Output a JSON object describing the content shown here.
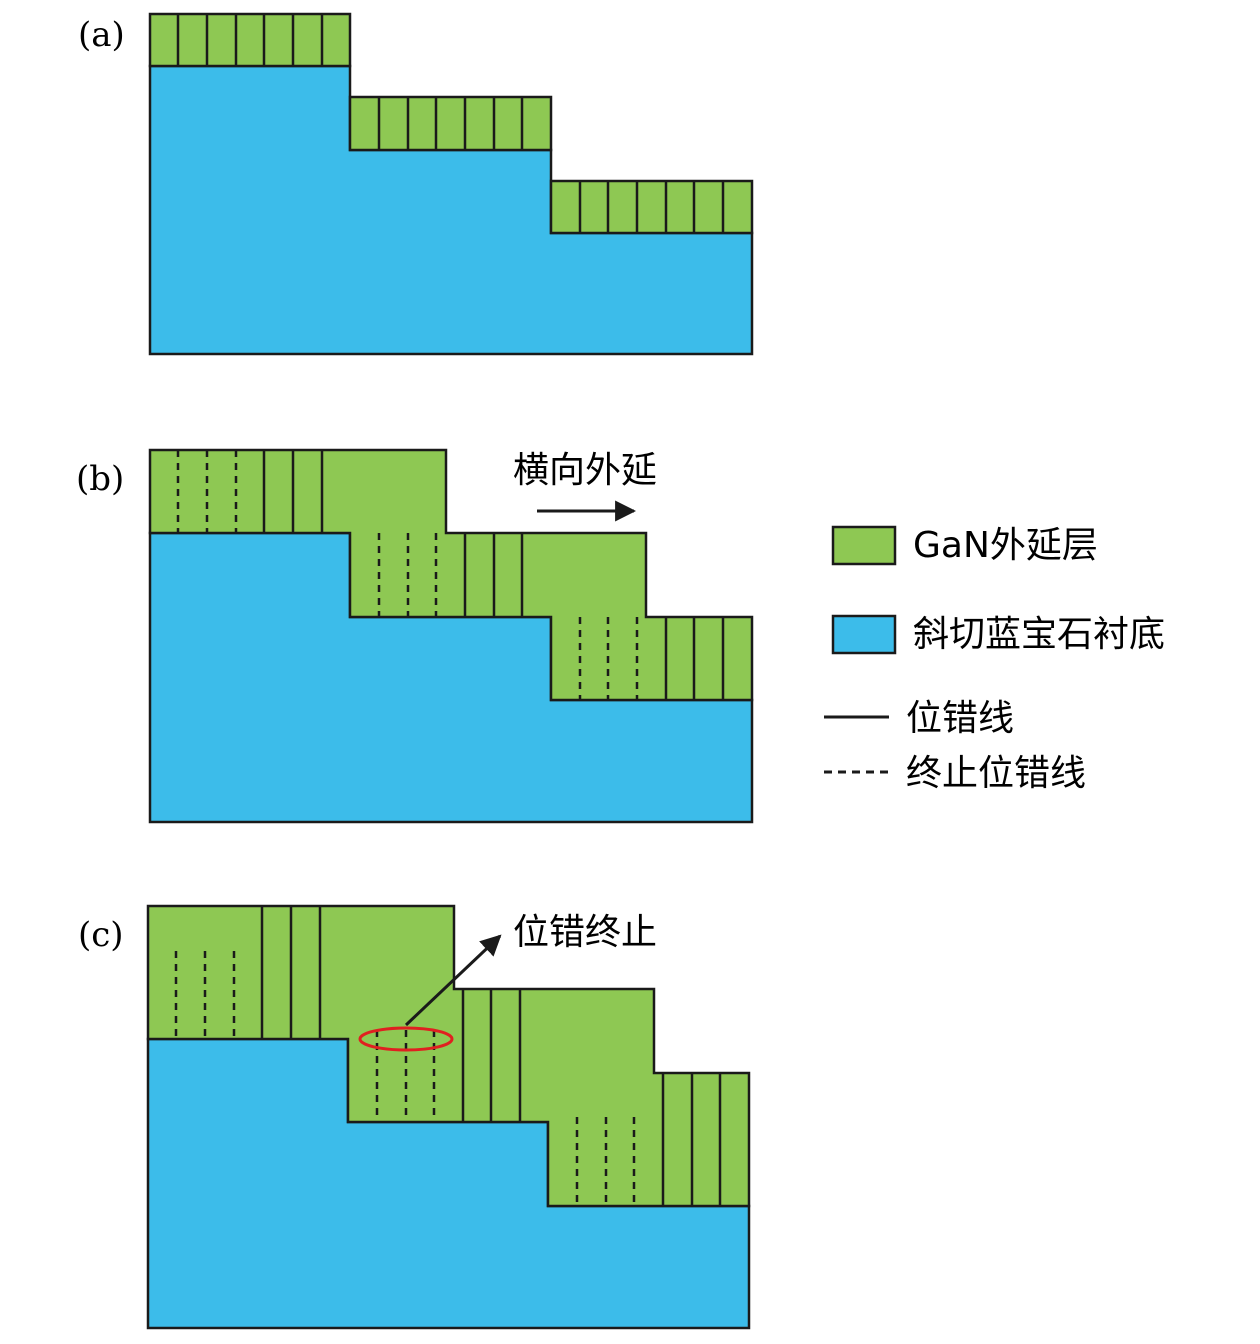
{
  "panels": {
    "a": {
      "label": "(a)"
    },
    "b": {
      "label": "(b)",
      "annotation": "横向外延"
    },
    "c": {
      "label": "(c)",
      "annotation": "位错终止"
    }
  },
  "legend": {
    "gan_layer": "GaN外延层",
    "substrate": "斜切蓝宝石衬底",
    "dislocation": "位错线",
    "terminated_dislocation": "终止位错线"
  },
  "colors": {
    "gan": "#8ec853",
    "substrate": "#3cbcea",
    "outline": "#1a1a1a",
    "highlight": "#e02020"
  }
}
